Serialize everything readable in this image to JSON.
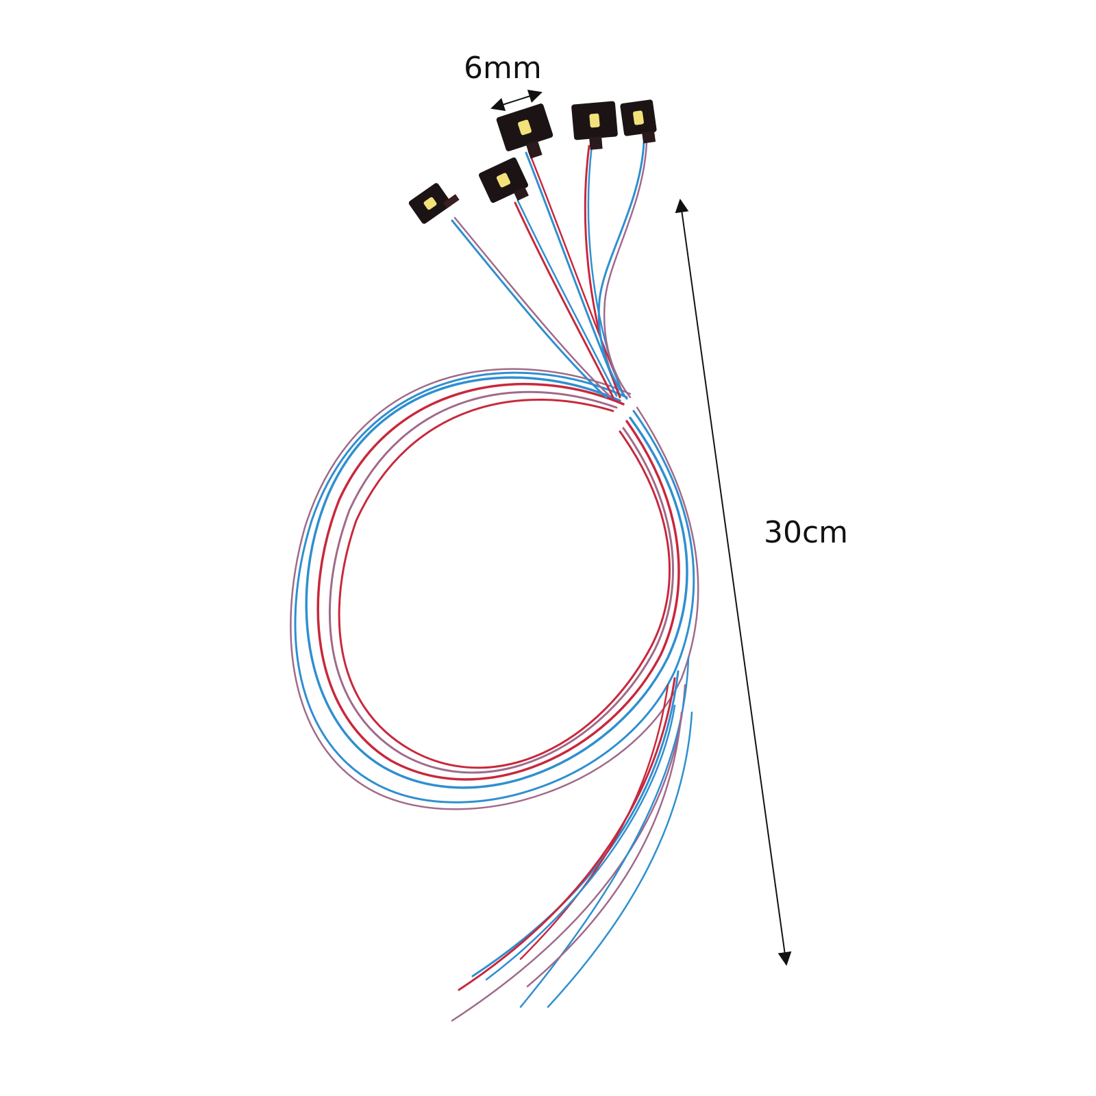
{
  "dimensions": {
    "width_label": "6mm",
    "length_label": "30cm"
  },
  "colors": {
    "background": "#ffffff",
    "wire_red": "#c8283c",
    "wire_blue": "#2f8fd0",
    "wire_mauve": "#a06a8a",
    "led_housing": "#1c1414",
    "led_chip": "#f2e27a",
    "dimension_line": "#111111"
  },
  "product": {
    "led_count": 5
  }
}
